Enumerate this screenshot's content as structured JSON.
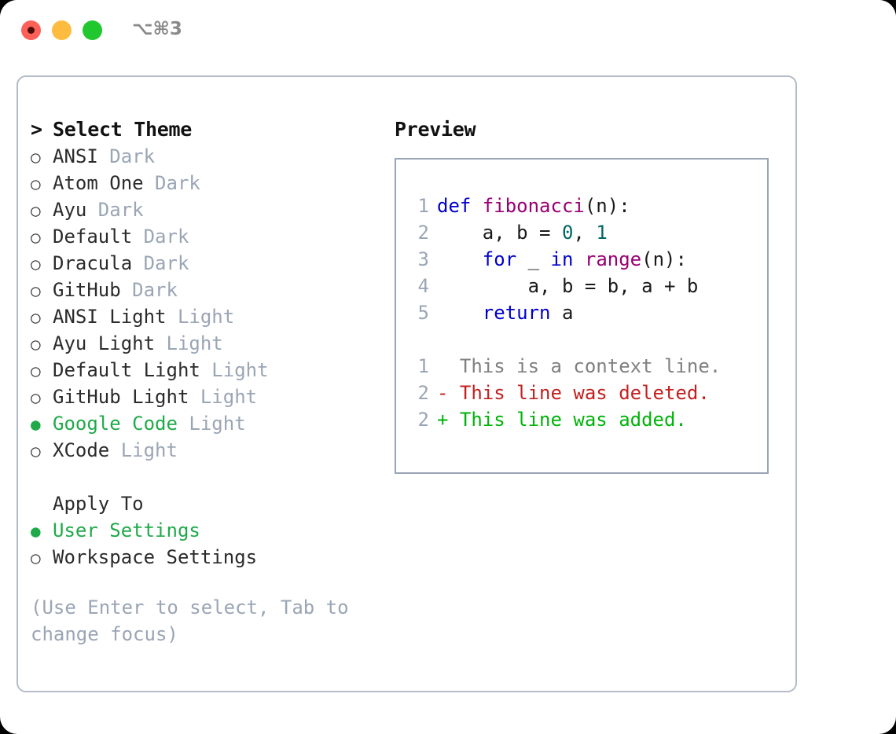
{
  "window": {
    "shortcut_label": "⌥⌘3",
    "traffic_lights": [
      {
        "name": "close",
        "color": "#fc6058"
      },
      {
        "name": "minimize",
        "color": "#fdbc40"
      },
      {
        "name": "maximize",
        "color": "#20c72f"
      }
    ]
  },
  "colors": {
    "accent_green": "#1faa4a",
    "muted": "#9aa5b5",
    "border": "#b3bcc8",
    "keyword": "#0000cc",
    "function": "#990073",
    "number": "#006666",
    "diff_add": "#00b309",
    "diff_del": "#c32020",
    "diff_ctx": "#808080"
  },
  "theme_picker": {
    "header": "Select Theme",
    "caret": ">",
    "bullet_empty": "○",
    "bullet_filled": "●",
    "items": [
      {
        "name": "ANSI",
        "kind": "Dark",
        "selected": false
      },
      {
        "name": "Atom One",
        "kind": "Dark",
        "selected": false
      },
      {
        "name": "Ayu",
        "kind": "Dark",
        "selected": false
      },
      {
        "name": "Default",
        "kind": "Dark",
        "selected": false
      },
      {
        "name": "Dracula",
        "kind": "Dark",
        "selected": false
      },
      {
        "name": "GitHub",
        "kind": "Dark",
        "selected": false
      },
      {
        "name": "ANSI Light",
        "kind": "Light",
        "selected": false
      },
      {
        "name": "Ayu Light",
        "kind": "Light",
        "selected": false
      },
      {
        "name": "Default Light",
        "kind": "Light",
        "selected": false
      },
      {
        "name": "GitHub Light",
        "kind": "Light",
        "selected": false
      },
      {
        "name": "Google Code",
        "kind": "Light",
        "selected": true
      },
      {
        "name": "XCode",
        "kind": "Light",
        "selected": false
      }
    ]
  },
  "apply_to": {
    "header": "Apply To",
    "options": [
      {
        "label": "User Settings",
        "selected": true
      },
      {
        "label": "Workspace Settings",
        "selected": false
      }
    ]
  },
  "hint": "(Use Enter to select, Tab to change focus)",
  "preview": {
    "header": "Preview",
    "code_lines": [
      {
        "number": "1",
        "tokens": [
          {
            "text": "def ",
            "type": "kw"
          },
          {
            "text": "fibonacci",
            "type": "fn"
          },
          {
            "text": "(n):",
            "type": "pl"
          }
        ]
      },
      {
        "number": "2",
        "tokens": [
          {
            "text": "    a, b = ",
            "type": "pl"
          },
          {
            "text": "0",
            "type": "num"
          },
          {
            "text": ", ",
            "type": "pl"
          },
          {
            "text": "1",
            "type": "num"
          }
        ]
      },
      {
        "number": "3",
        "tokens": [
          {
            "text": "    ",
            "type": "pl"
          },
          {
            "text": "for",
            "type": "kw"
          },
          {
            "text": " _ ",
            "type": "pl"
          },
          {
            "text": "in",
            "type": "kw"
          },
          {
            "text": " ",
            "type": "pl"
          },
          {
            "text": "range",
            "type": "fn"
          },
          {
            "text": "(n):",
            "type": "pl"
          }
        ]
      },
      {
        "number": "4",
        "tokens": [
          {
            "text": "        a, b = b, a + b",
            "type": "pl"
          }
        ]
      },
      {
        "number": "5",
        "tokens": [
          {
            "text": "    ",
            "type": "pl"
          },
          {
            "text": "return",
            "type": "kw"
          },
          {
            "text": " a",
            "type": "pl"
          }
        ]
      }
    ],
    "diff_lines": [
      {
        "number": "1",
        "marker": " ",
        "text": " This is a context line.",
        "type": "ctx"
      },
      {
        "number": "2",
        "marker": "-",
        "text": " This line was deleted.",
        "type": "del"
      },
      {
        "number": "2",
        "marker": "+",
        "text": " This line was added.",
        "type": "add"
      }
    ]
  }
}
